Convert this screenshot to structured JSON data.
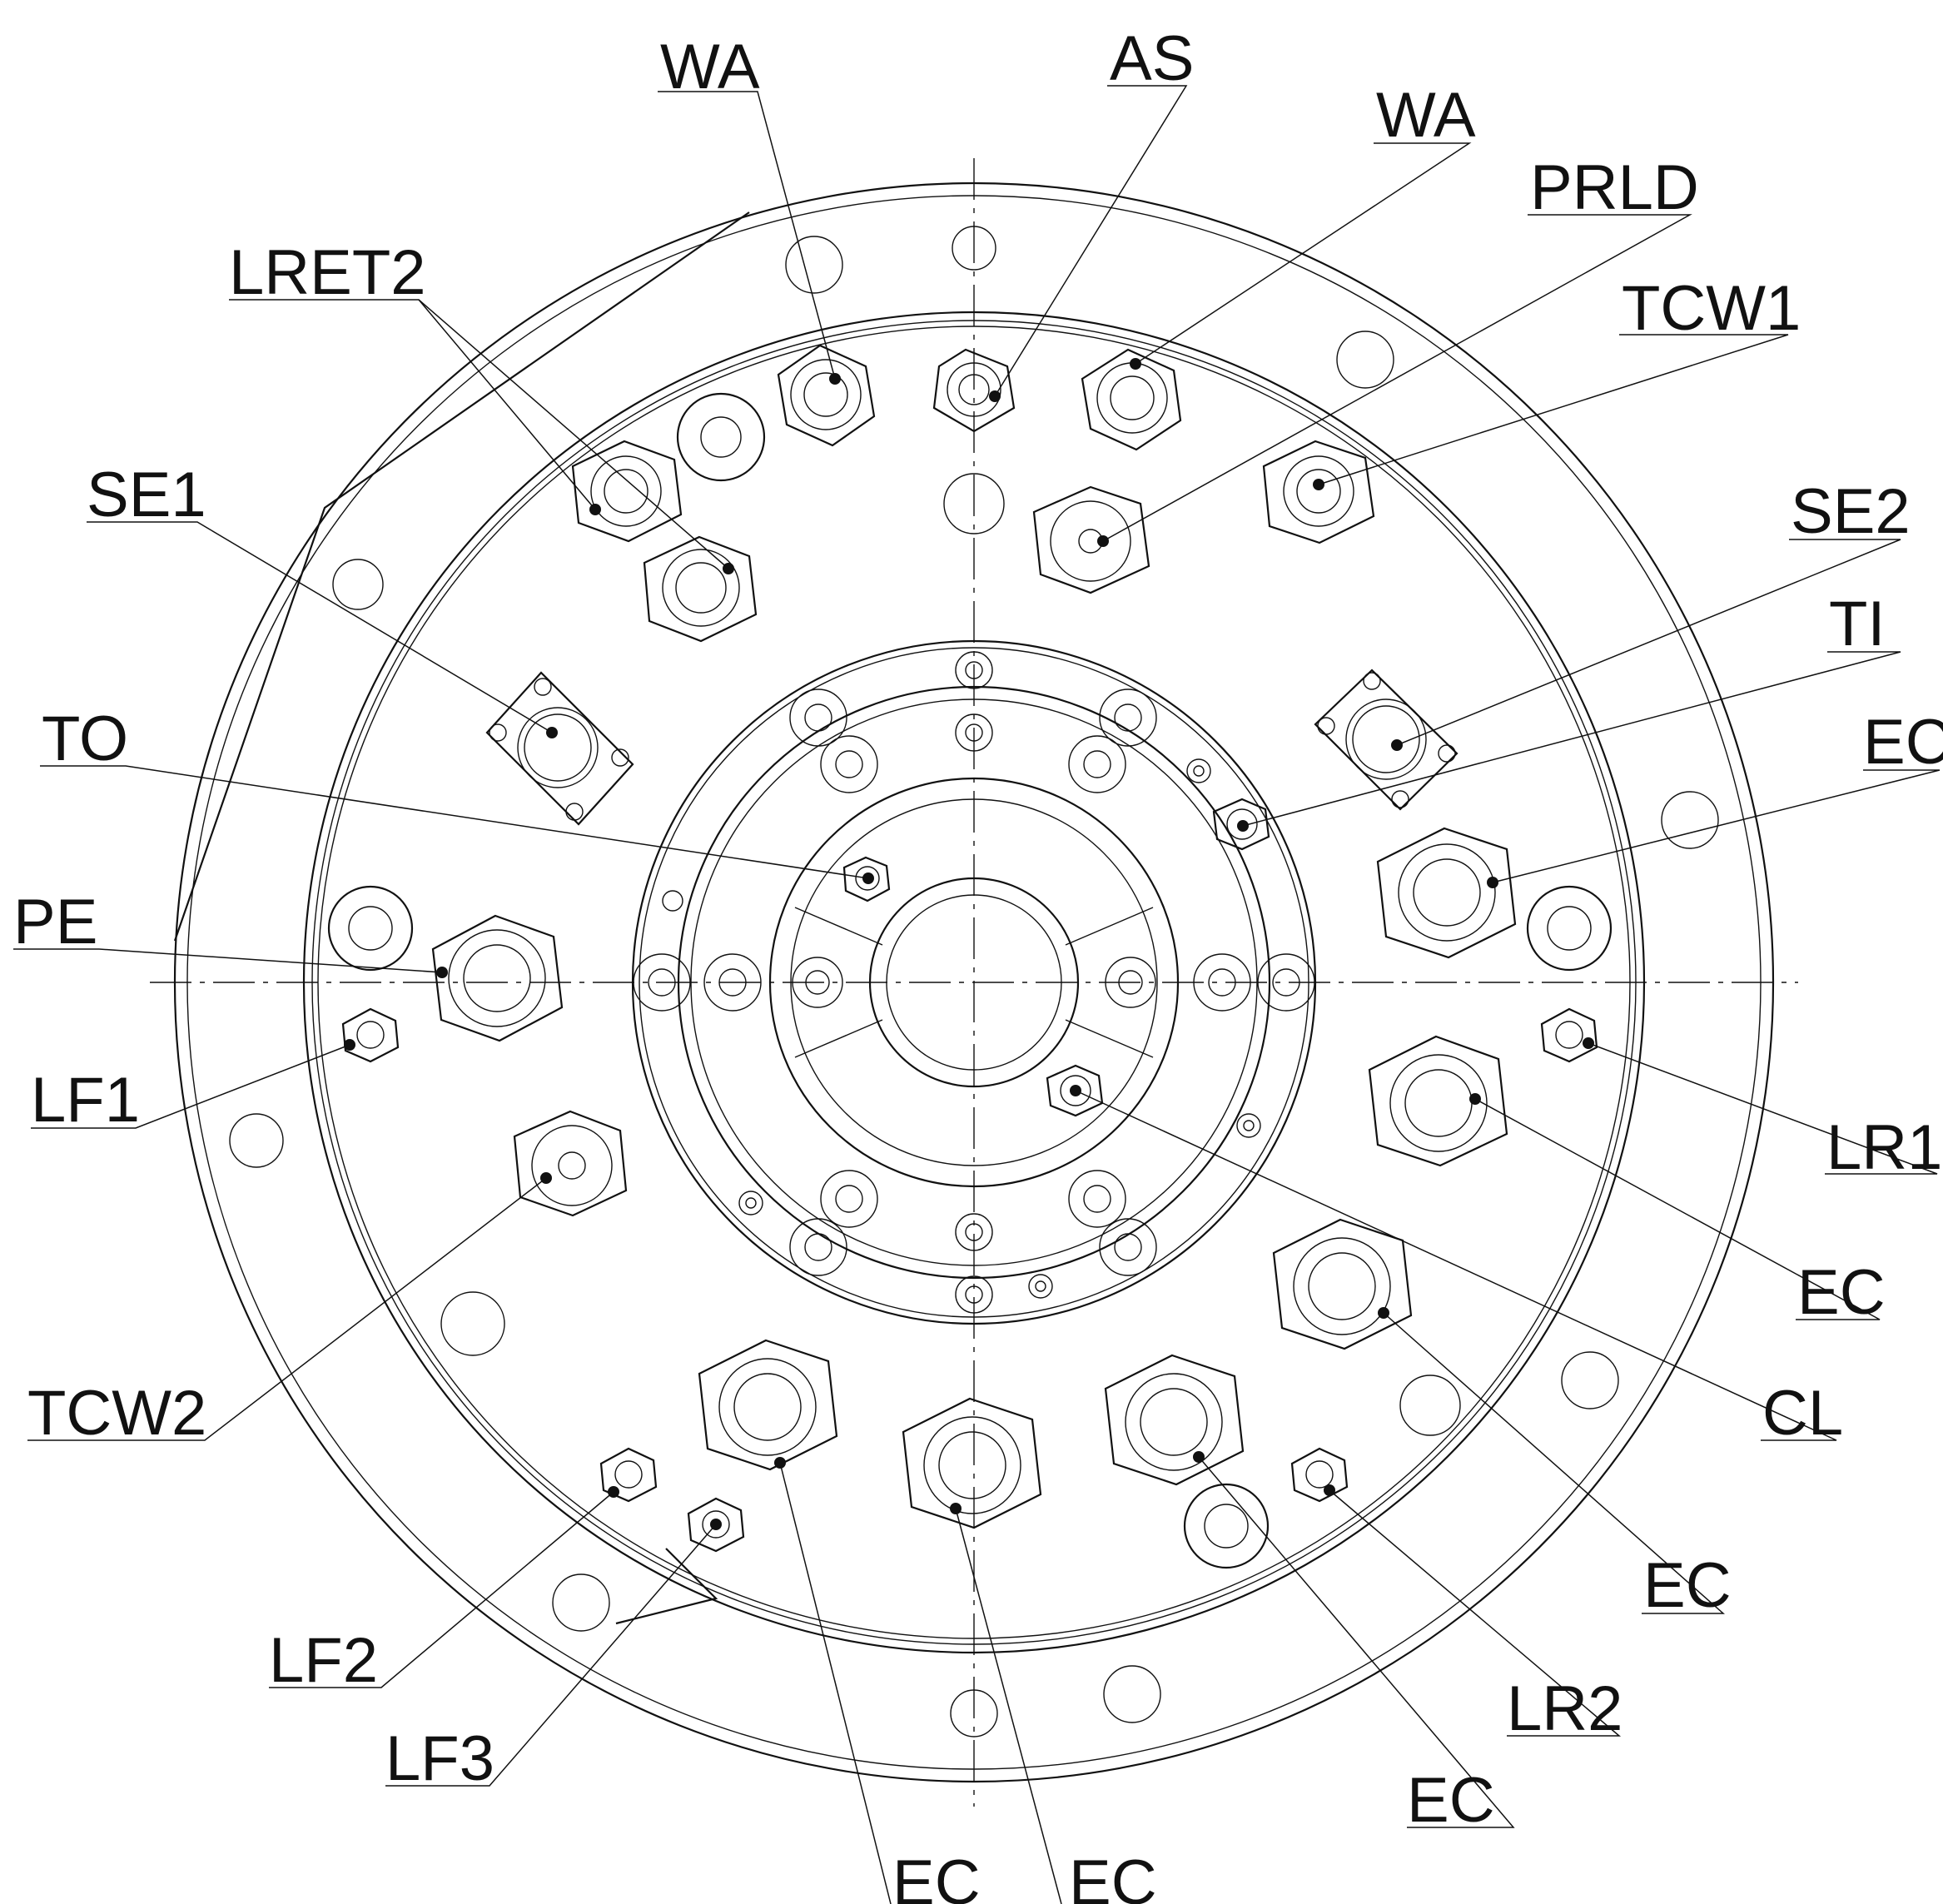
{
  "callouts": [
    {
      "id": "wa-left",
      "text": "WA"
    },
    {
      "id": "as",
      "text": "AS"
    },
    {
      "id": "wa-right",
      "text": "WA"
    },
    {
      "id": "prld",
      "text": "PRLD"
    },
    {
      "id": "tcw1",
      "text": "TCW1"
    },
    {
      "id": "lret2",
      "text": "LRET2"
    },
    {
      "id": "se1",
      "text": "SE1"
    },
    {
      "id": "se2",
      "text": "SE2"
    },
    {
      "id": "ti",
      "text": "TI"
    },
    {
      "id": "to",
      "text": "TO"
    },
    {
      "id": "ec-right-top",
      "text": "EC"
    },
    {
      "id": "pe",
      "text": "PE"
    },
    {
      "id": "lf1",
      "text": "LF1"
    },
    {
      "id": "lr1",
      "text": "LR1"
    },
    {
      "id": "ec-right-mid",
      "text": "EC"
    },
    {
      "id": "tcw2",
      "text": "TCW2"
    },
    {
      "id": "cl",
      "text": "CL"
    },
    {
      "id": "ec-right-low",
      "text": "EC"
    },
    {
      "id": "lf2",
      "text": "LF2"
    },
    {
      "id": "lr2",
      "text": "LR2"
    },
    {
      "id": "lf3",
      "text": "LF3"
    },
    {
      "id": "ec-bottom-right",
      "text": "EC"
    },
    {
      "id": "ec-bottom-left",
      "text": "EC"
    },
    {
      "id": "ec-bottom-center",
      "text": "EC"
    }
  ]
}
